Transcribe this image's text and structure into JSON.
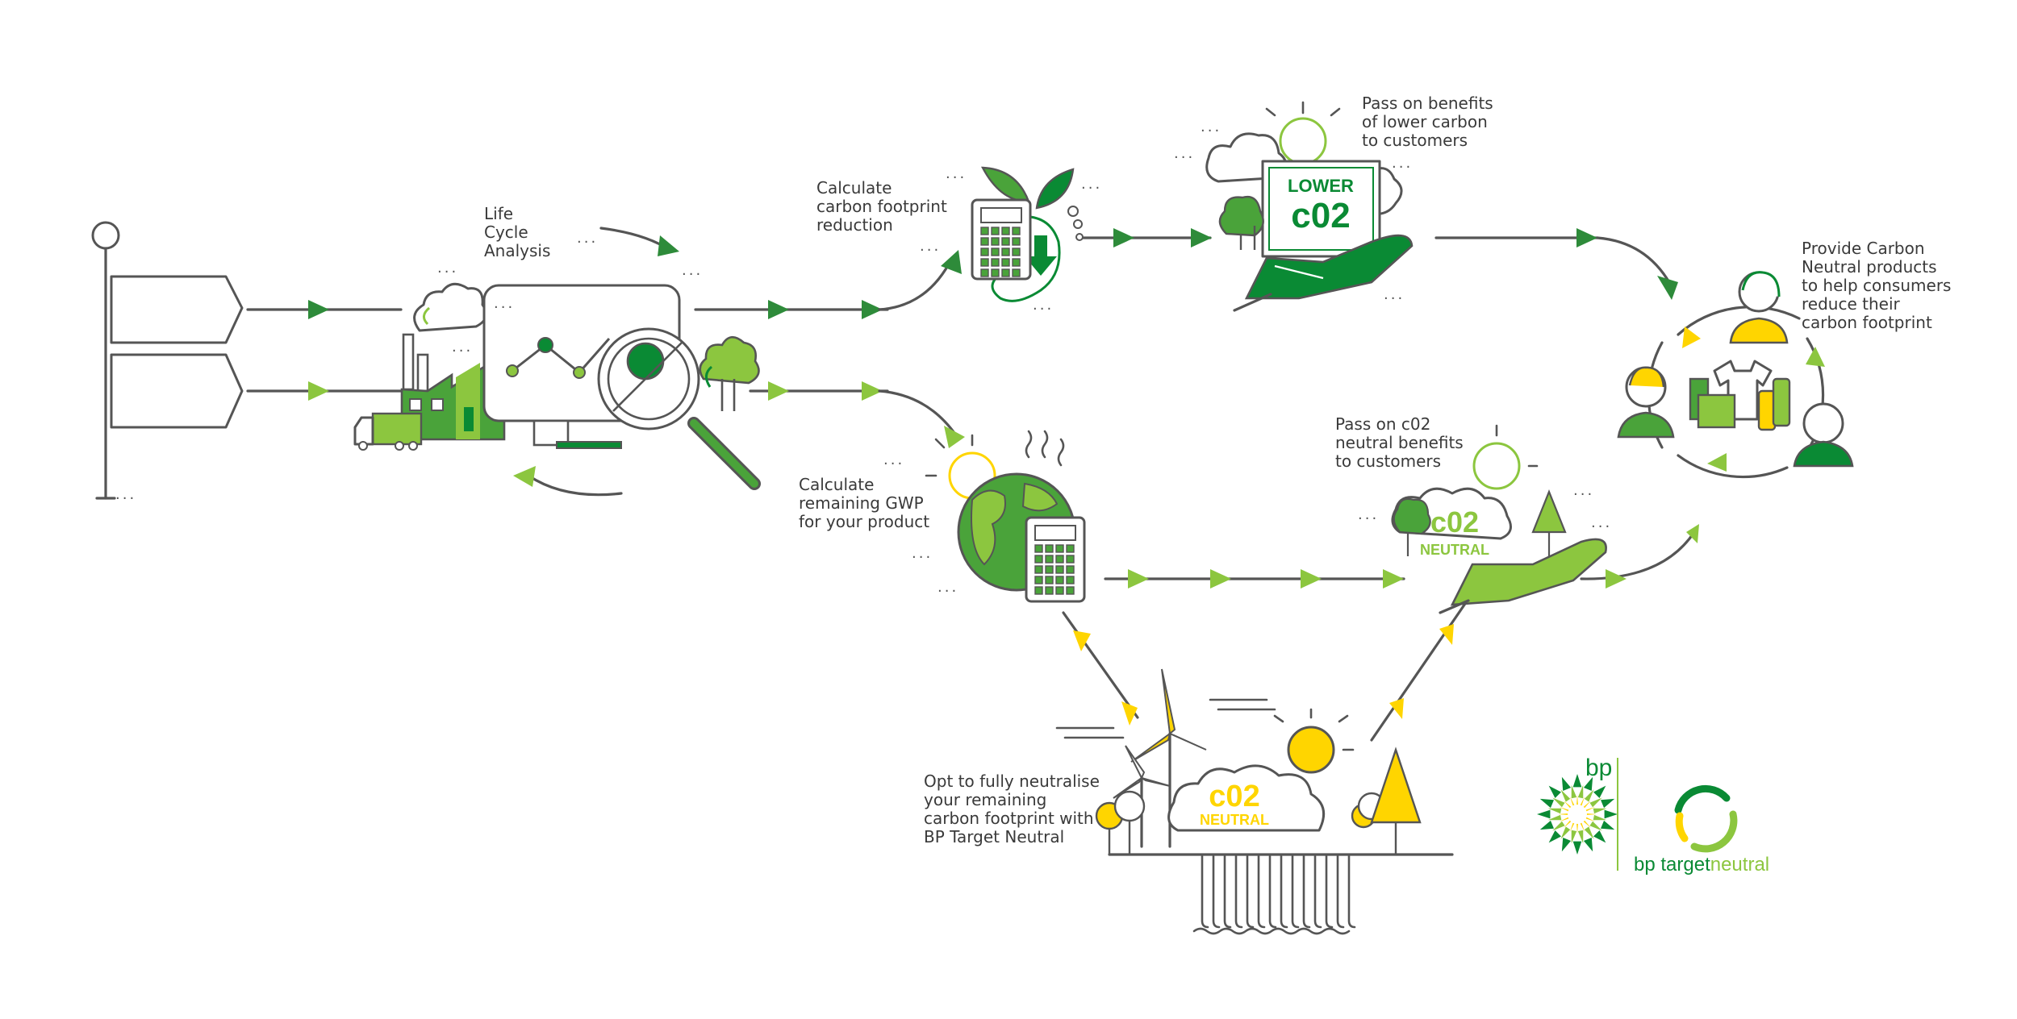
{
  "colors": {
    "dark_green": "#0a8a34",
    "mid_green": "#4aa33a",
    "lime": "#8cc63f",
    "yellow": "#ffd500",
    "line_grey": "#555555",
    "text": "#3a3a3a"
  },
  "steps": {
    "lca": "Life\nCycle\nAnalysis",
    "calc_reduction": "Calculate\ncarbon footprint\nreduction",
    "pass_lower": "Pass on benefits\nof lower carbon\nto customers",
    "provide_neutral": "Provide Carbon\nNeutral products\nto help consumers\nreduce their\ncarbon footprint",
    "calc_gwp": "Calculate\nremaining GWP\nfor your product",
    "pass_neutral": "Pass on c02\nneutral benefits\nto customers",
    "opt_neutralise": "Opt to fully neutralise\nyour remaining\ncarbon footprint with\nBP Target Neutral"
  },
  "badges": {
    "lower_line1": "LOWER",
    "lower_line2": "c02",
    "neutral_co2": "c02",
    "neutral_word": "NEUTRAL"
  },
  "logos": {
    "bp": "bp",
    "target_neutral_prefix": "bp target",
    "target_neutral_suffix": "neutral"
  },
  "dots": "...",
  "icons": [
    "signpost-icon",
    "factory-icon",
    "truck-icon",
    "monitor-chart-icon",
    "magnifier-icon",
    "tree-icon",
    "calculator-icon",
    "leaf-icon",
    "footprint-icon",
    "cloud-icon",
    "sun-icon",
    "hand-icon",
    "globe-icon",
    "wind-turbine-icon",
    "pine-tree-icon",
    "people-icon",
    "products-icon",
    "bp-helios-icon",
    "target-neutral-ring-icon"
  ]
}
